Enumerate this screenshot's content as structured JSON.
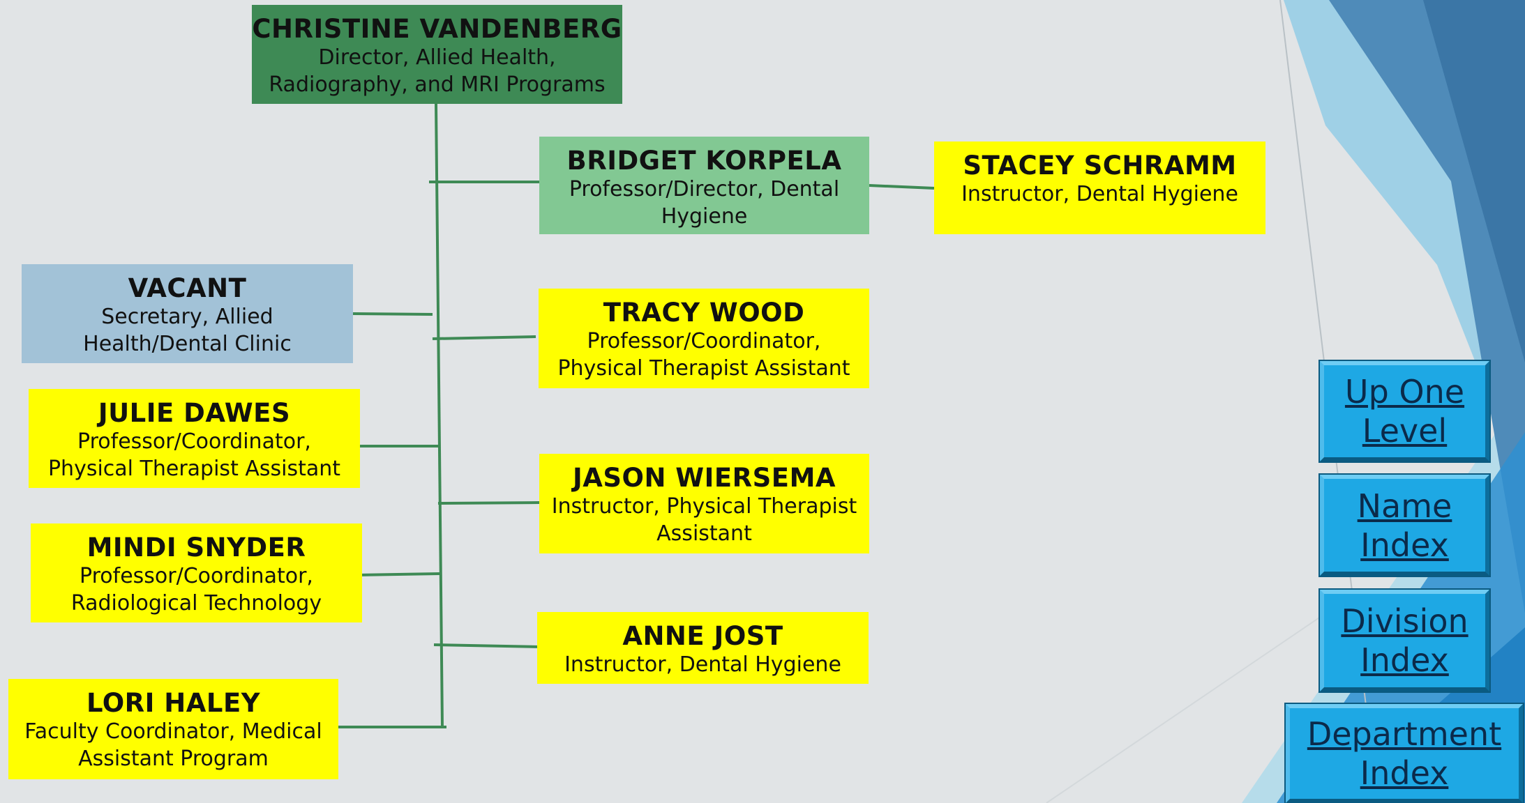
{
  "nodes": [
    {
      "name": "CHRISTINE VANDENBERG",
      "title": "Director, Allied Health, Radiography, and MRI Programs"
    },
    {
      "name": "BRIDGET KORPELA",
      "title": "Professor/Director, Dental Hygiene"
    },
    {
      "name": "STACEY SCHRAMM",
      "title": "Instructor, Dental Hygiene"
    },
    {
      "name": "VACANT",
      "title": "Secretary, Allied Health/Dental Clinic"
    },
    {
      "name": "TRACY WOOD",
      "title": "Professor/Coordinator, Physical Therapist Assistant"
    },
    {
      "name": "JULIE DAWES",
      "title": "Professor/Coordinator, Physical Therapist Assistant"
    },
    {
      "name": "JASON WIERSEMA",
      "title": "Instructor, Physical Therapist Assistant"
    },
    {
      "name": "MINDI SNYDER",
      "title": "Professor/Coordinator, Radiological Technology"
    },
    {
      "name": "ANNE JOST",
      "title": "Instructor, Dental Hygiene"
    },
    {
      "name": "LORI HALEY",
      "title": "Faculty Coordinator, Medical Assistant Program"
    }
  ],
  "nav": {
    "up_one_level": "Up One Level",
    "name_index": "Name Index",
    "division_index": "Division Index",
    "department_index": "Department Index"
  },
  "colors": {
    "connector": "#3e8a55",
    "staff_box": "#ffff00",
    "director_box": "#3e8a55",
    "manager_box": "#82c893",
    "vacant_box": "#a2c2d7",
    "nav_button": "#1ea8e4"
  }
}
